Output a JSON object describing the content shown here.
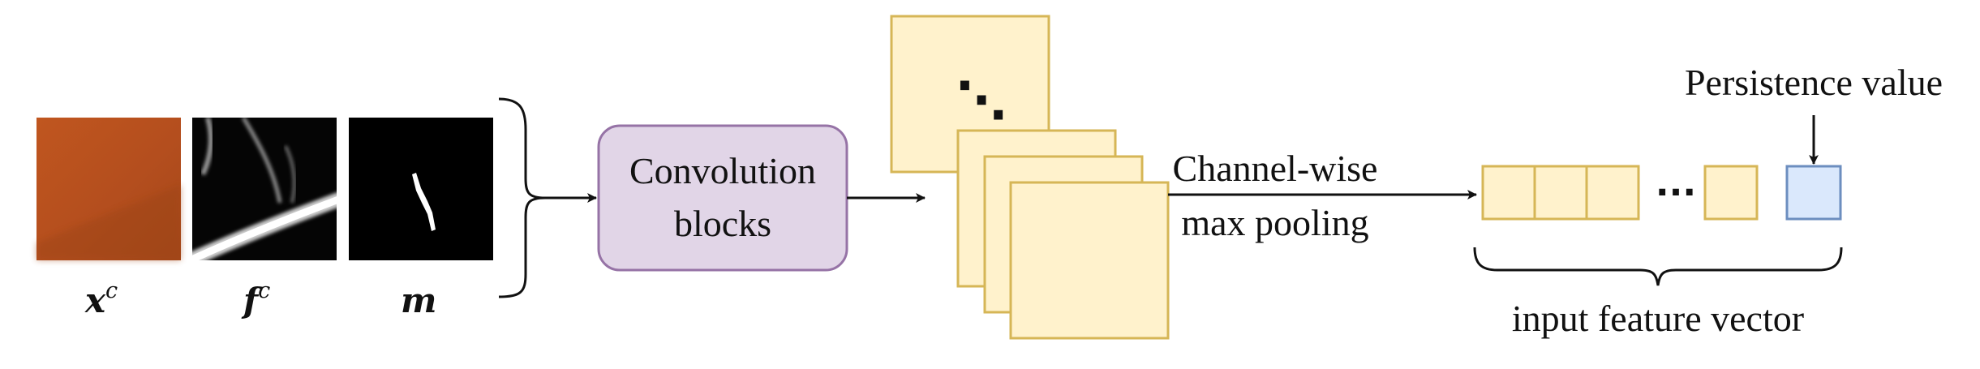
{
  "inputs": [
    {
      "label": "x",
      "sup": "c"
    },
    {
      "label": "f",
      "sup": "c"
    },
    {
      "label": "m",
      "sup": ""
    }
  ],
  "conv_block": {
    "line1": "Convolution",
    "line2": "blocks"
  },
  "feature_maps": {
    "ellipsis": "⋱"
  },
  "pooling": {
    "line1": "Channel-wise",
    "line2": "max pooling"
  },
  "vector": {
    "ellipsis": "···",
    "caption": "input feature vector"
  },
  "persistence": {
    "label": "Persistence value"
  },
  "colors": {
    "conv_fill": "#e1d5e7",
    "conv_stroke": "#9673a6",
    "map_fill": "#fff2cc",
    "map_stroke": "#d6b656",
    "persist_fill": "#dae8fc",
    "persist_stroke": "#6c8ebf",
    "xc_tile": "#b8521f"
  }
}
